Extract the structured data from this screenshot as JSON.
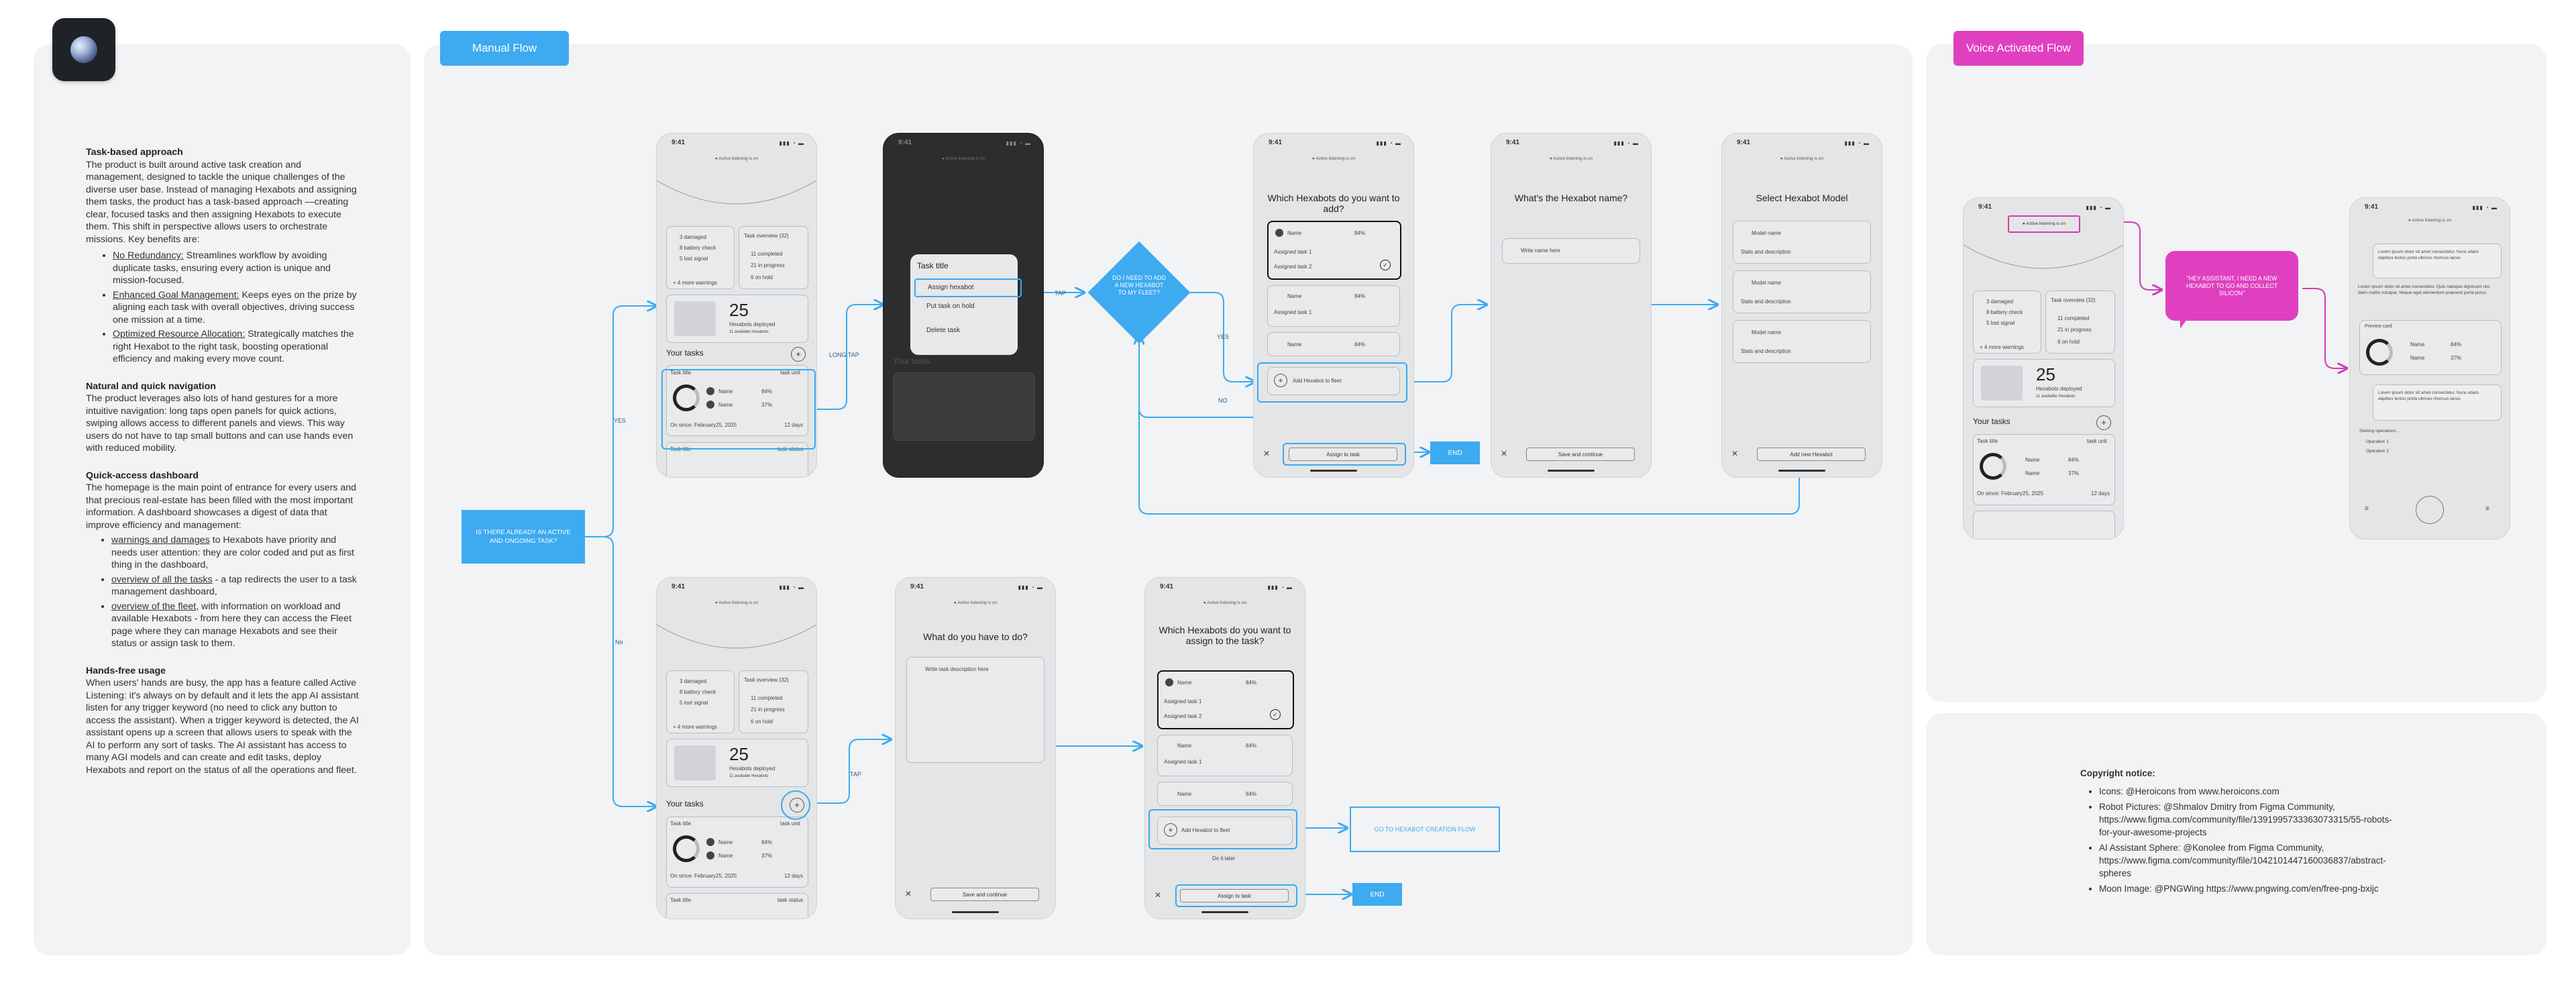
{
  "left_doc": {
    "sections": [
      {
        "heading": "Task-based approach",
        "body": "The product is built around active task creation and management, designed to tackle the unique challenges of the diverse user base. Instead of managing Hexabots and assigning them tasks, the product has a task-based approach —creating clear, focused tasks and then assigning Hexabots to execute them. This shift in perspective allows users to orchestrate missions. Key benefits are:"
      },
      {
        "heading": "Natural and quick navigation",
        "body": "The product leverages also lots of hand gestures for a more intuitive navigation: long taps open panels for quick actions, swiping allows access to different panels and views. This way users do not have to tap small buttons and can use hands even with reduced mobility."
      },
      {
        "heading": "Quick-access dashboard",
        "body": "The homepage is the main point of entrance for every users and that precious real-estate has been filled with the most important information. A dashboard showcases a digest of data that improve efficiency and management:"
      },
      {
        "heading": "Hands-free usage",
        "body": "When users' hands are busy, the app has a feature called Active Listening: it's always on by default and it lets the app AI assistant listen for any trigger keyword (no need to click any button to access the assistant). When a trigger keyword is detected, the AI assistant opens up a screen that allows users to speak with the AI to perform any sort of tasks. The AI assistant has access to many AGI models and can create and edit tasks, deploy Hexabots and report on the status of all the operations and fleet."
      }
    ],
    "benefits": [
      {
        "term": "No Redundancy:",
        "text": " Streamlines workflow by avoiding duplicate tasks, ensuring every action is unique and mission-focused."
      },
      {
        "term": "Enhanced Goal Management:",
        "text": " Keeps eyes on the prize by aligning each task with overall objectives, driving success one mission at a time."
      },
      {
        "term": "Optimized Resource Allocation:",
        "text": " Strategically matches the right Hexabot to the right task, boosting operational efficiency and making every move count."
      }
    ],
    "dashboard_items": [
      {
        "term": "warnings and damages",
        "text": " to Hexabots have priority and needs user attention: they are color coded and put as first thing in the dashboard,"
      },
      {
        "term": "overview of all the tasks",
        "text": " - a tap redirects the user to a task management dashboard,"
      },
      {
        "term": "overview of the fleet",
        "text": ", with information on workload and available Hexabots - from here they can access the Fleet page where they can manage Hexabots and see their status or assign task to them."
      }
    ]
  },
  "tags": {
    "manual": "Manual Flow",
    "voice": "Voice Activated Flow"
  },
  "colors": {
    "accent_blue": "#3eaaf0",
    "accent_magenta": "#e040c0",
    "panel": "#f1f3f4"
  },
  "flow": {
    "start_box": "IS THERE ALREADY AN ACTIVE AND ONGOING TASK?",
    "yes": "YES",
    "no": "No",
    "long_tap": "LONG TAP",
    "tap": "TAP",
    "tap2": "TAP",
    "tap3": "TAP",
    "yes2": "YES",
    "no2": "NO",
    "decision": "DO I NEED TO ADD A NEW HEXABOT TO MY FLEET?",
    "end1": "END",
    "end2": "END",
    "go_creation": "GO TO HEXABOT CREATION FLOW",
    "voice_bubble": "\"HEY ASSISTANT, I NEED A NEW HEXABOT TO GO AND COLLECT SILICON\""
  },
  "phone_common": {
    "time": "9:41",
    "signal": "▮▮▮ ◔ ▬",
    "listening": "● Active listening is on",
    "damaged": "3 damaged",
    "battery": "8 battery check",
    "lost_signal": "5 lost signal",
    "more_warnings": "+ 4 more warnings",
    "task_overview": "Task overview (32)",
    "completed": "11 completed",
    "in_progress": "21 in progress",
    "on_hold": "6 on hold",
    "deployed_num": "25",
    "deployed_label": "Hexabots deployed",
    "available": "11 available Hexabots",
    "your_tasks": "Your tasks",
    "task_title": "Task title",
    "task_unit": "task unit",
    "task_status": "task status",
    "name": "Name",
    "pct1": "84%",
    "pct2": "37%",
    "on_since": "On since: February25, 2025",
    "days": "12 days"
  },
  "context_menu": {
    "title": "Task title",
    "assign": "Assign hexabot",
    "hold": "Put task on hold",
    "delete": "Delete task"
  },
  "screens": {
    "which_add": "Which Hexabots do you want to add?",
    "assigned1": "Assigned task 1",
    "assigned2": "Assigned task 2",
    "add_to_fleet": "Add Hexabot to fleet",
    "assign_task": "Assign to task",
    "whats_name": "What's the Hexabot name?",
    "write_name": "Write name here",
    "save_continue": "Save and continue",
    "select_model": "Select Hexabot Model",
    "model_name": "Model name",
    "stats": "Stats and description",
    "add_new": "Add new Hexabot",
    "what_do": "What do you have to do?",
    "write_desc": "Write task description here",
    "which_assign": "Which Hexabots do you want to assign to the task?",
    "do_later": "Do it later",
    "lorem1": "Lorem ipsum dolor sit amet consectetur. Nunc etiam dapibus lectus porta ultrices rhoncus lacus.",
    "lorem2": "Lorem ipsum dolor sit amet consectetur. Quis natoque dignissim nisi diam mattis volutpat. Neque eget elementum praesent porta purus.",
    "preview": "Preview card",
    "lorem3": "Lorem ipsum dolor sit amet consectetur. Nunc etiam dapibus lectus porta ultrices rhoncus lacus.",
    "starting": "Starting operations...",
    "op1": "Operation 1",
    "op2": "Operation 2"
  },
  "copyright": {
    "heading": "Copyright notice:",
    "items": [
      "Icons: @Heroicons from www.heroicons.com",
      "Robot Pictures: @Shmalov Dmitry from Figma Community, https://www.figma.com/community/file/1391995733363073315/55-robots-for-your-awesome-projects",
      "AI Assistant Sphere: @Konolee from Figma Community, https://www.figma.com/community/file/1042101447160036837/abstract-spheres",
      "Moon Image: @PNGWing https://www.pngwing.com/en/free-png-bxijc"
    ]
  }
}
